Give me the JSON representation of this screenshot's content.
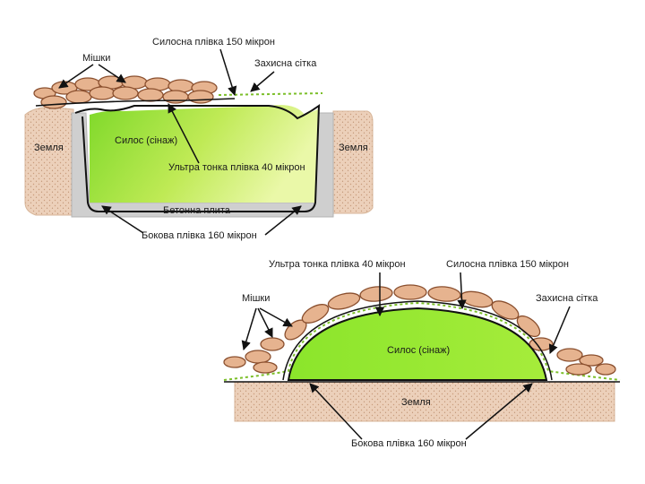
{
  "diagram_top": {
    "bags_label": "Мішки",
    "silage_film_label": "Силосна плівка 150 мікрон",
    "protective_net_label": "Захисна сітка",
    "earth_left_label": "Земля",
    "earth_right_label": "Земля",
    "silage_label": "Силос (сінаж)",
    "ultra_thin_film_label": "Ультра тонка плівка 40 мікрон",
    "concrete_slab_label": "Бетонна плита",
    "side_film_label": "Бокова плівка 160 мікрон"
  },
  "diagram_bottom": {
    "ultra_thin_film_label": "Ультра тонка плівка 40 мікрон",
    "silage_film_label": "Силосна плівка 150 мікрон",
    "bags_label": "Мішки",
    "protective_net_label": "Захисна сітка",
    "silage_label": "Силос (сінаж)",
    "earth_label": "Земля",
    "side_film_label": "Бокова плівка 160 мікрон"
  },
  "colors": {
    "silage_light": "#ddf27a",
    "silage_green": "#8ee02a",
    "earth": "#eccfb8",
    "bag_fill": "#e6b38f",
    "bag_stroke": "#8a4f2e",
    "concrete": "#cfcfcf",
    "net_green": "#7cbf2a"
  }
}
